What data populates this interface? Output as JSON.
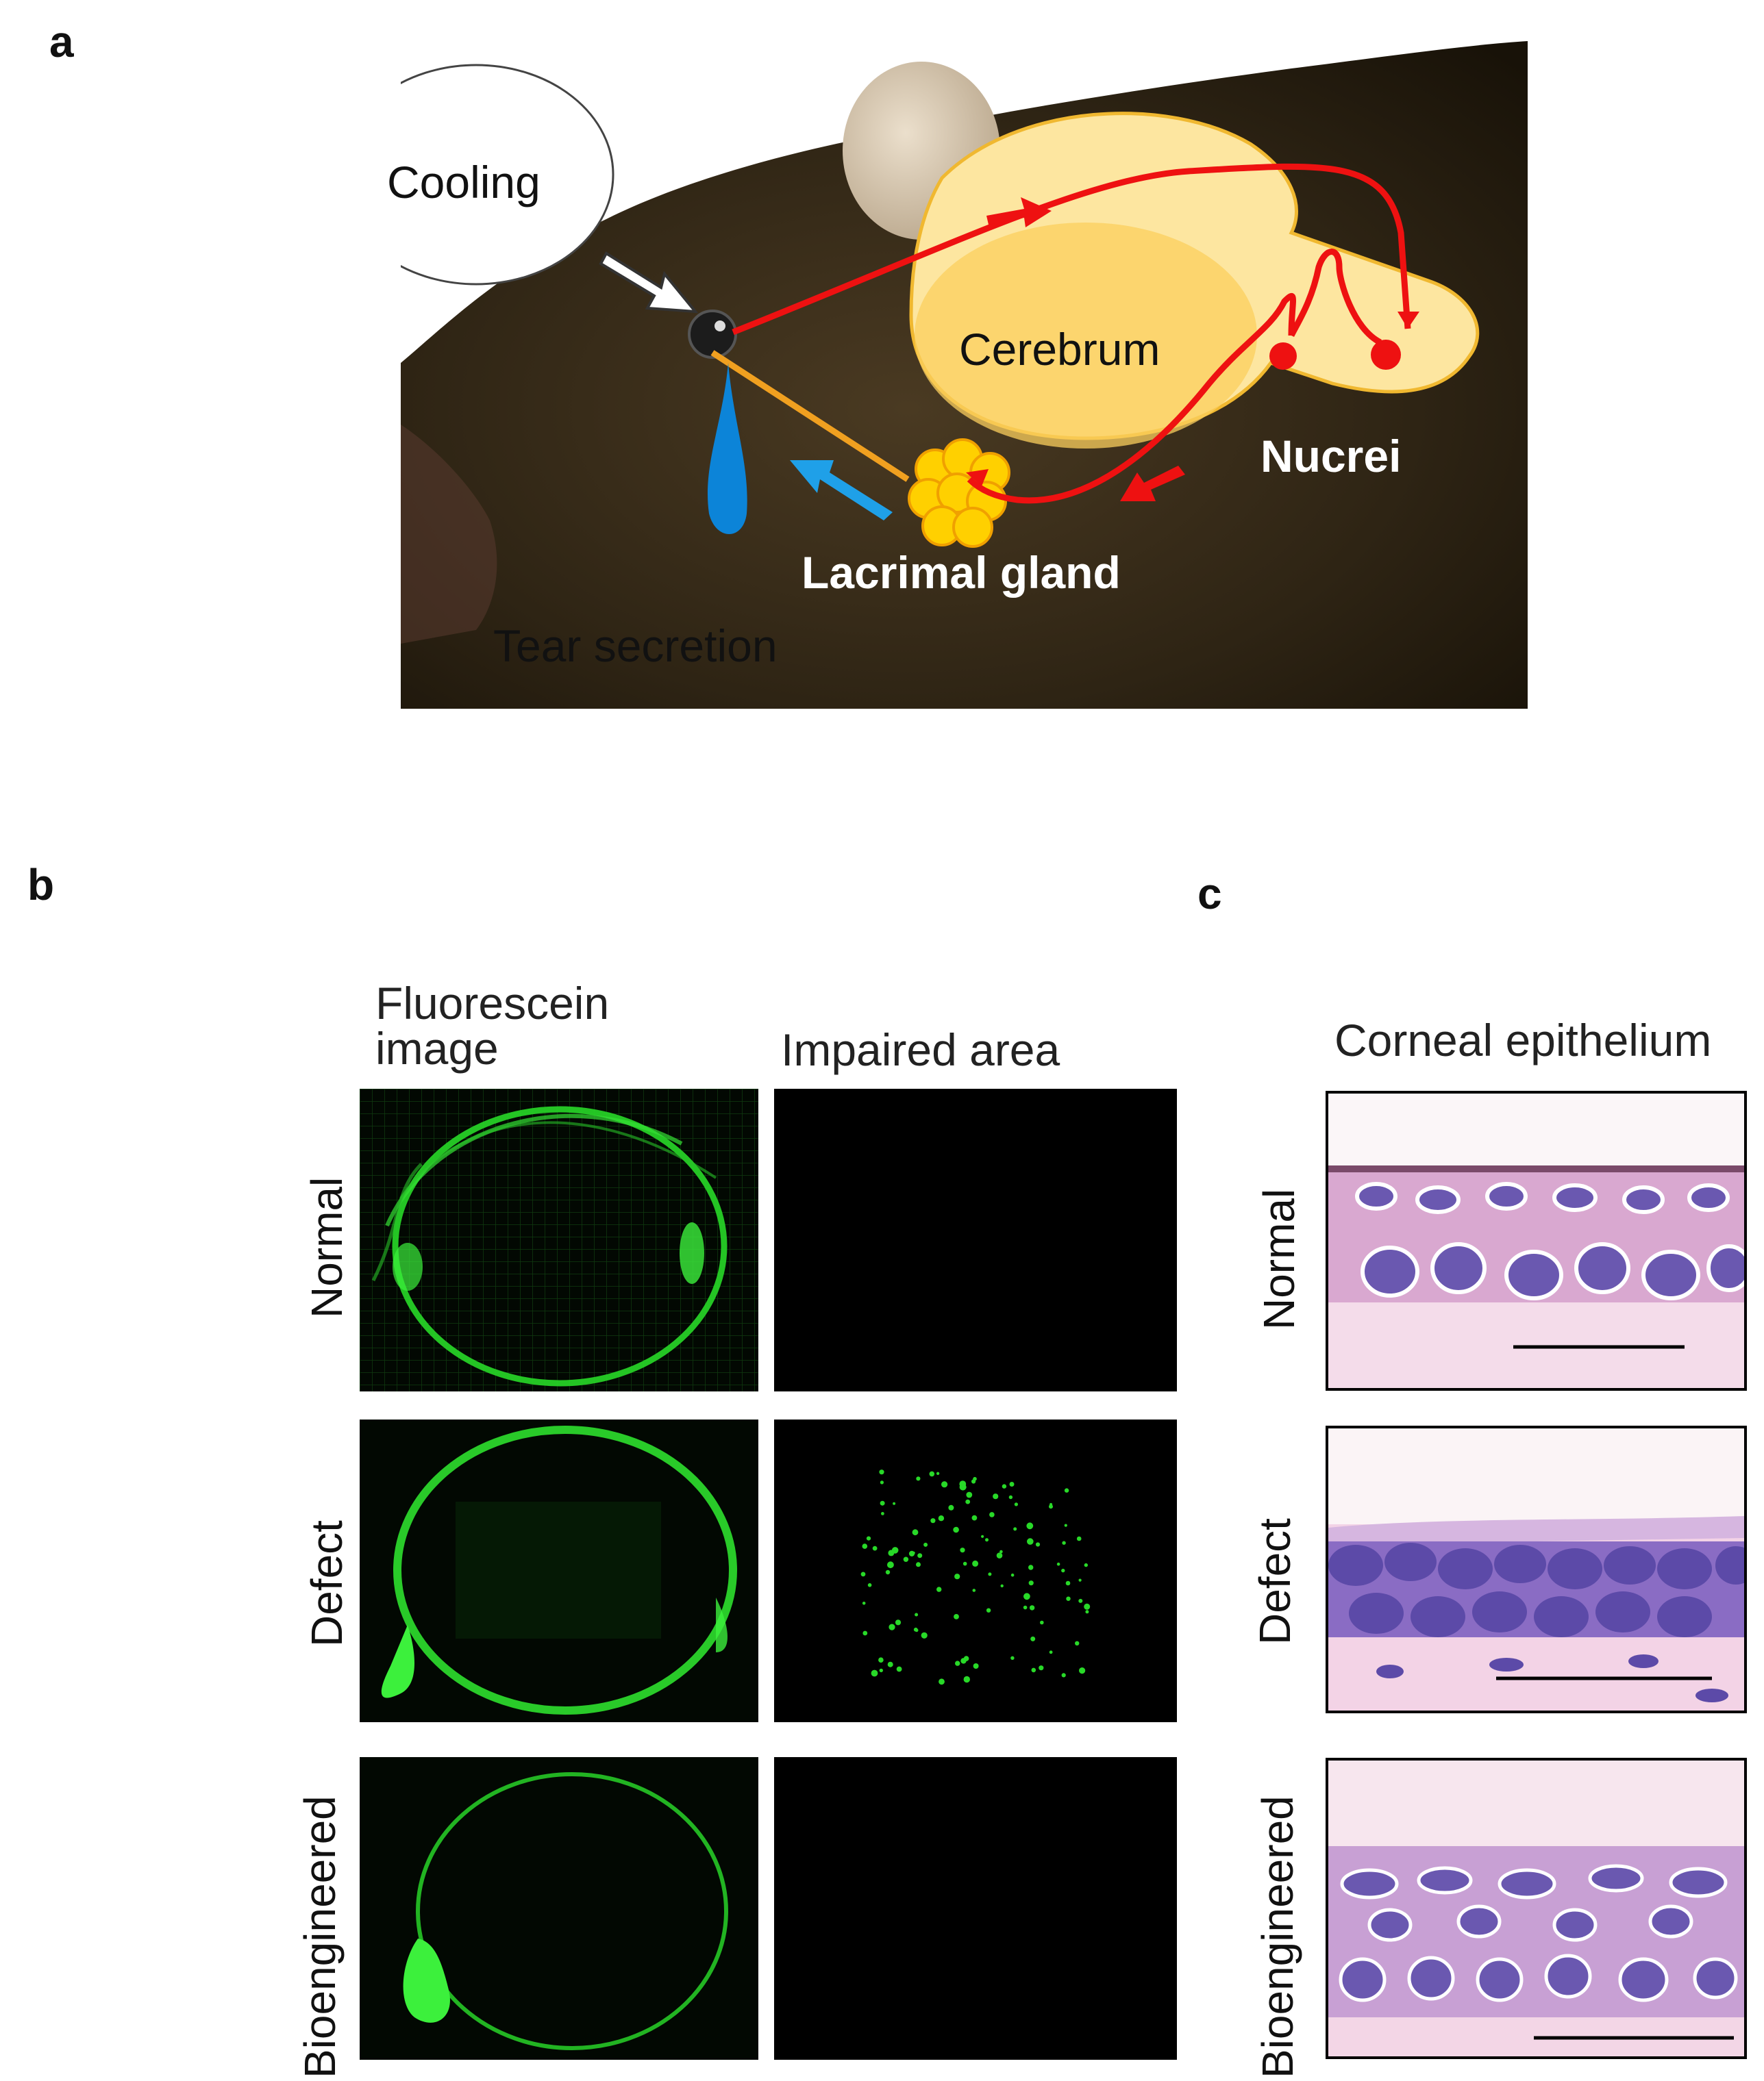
{
  "panels": {
    "a": {
      "letter": "a",
      "labels": {
        "cooling": "Cooling",
        "cerebrum": "Cerebrum",
        "nuclei": "Nucrei",
        "lacrimal_gland": "Lacrimal gland",
        "tear_secretion": "Tear secretion"
      },
      "colors": {
        "pathway": "#ee1111",
        "outflow": "#1fa0e8",
        "tear": "#0c84d8",
        "brain": "#fbd77a",
        "gland": "#ffd200"
      }
    },
    "b": {
      "letter": "b",
      "col_headers": [
        "Fluorescein image",
        "Impaired area"
      ],
      "col_header_lines": [
        [
          "Fluorescein",
          "image"
        ],
        [
          "Impaired area"
        ]
      ],
      "rows": [
        "Normal",
        "Defect",
        "Bioengineered"
      ],
      "colors": {
        "fluorescein": "#28d928"
      }
    },
    "c": {
      "letter": "c",
      "col_header": "Corneal epithelium",
      "rows": [
        "Normal",
        "Defect",
        "Bioengineered"
      ],
      "colors": {
        "stroma": "#f1d3e6",
        "nuclei": "#6a58b0"
      }
    }
  }
}
